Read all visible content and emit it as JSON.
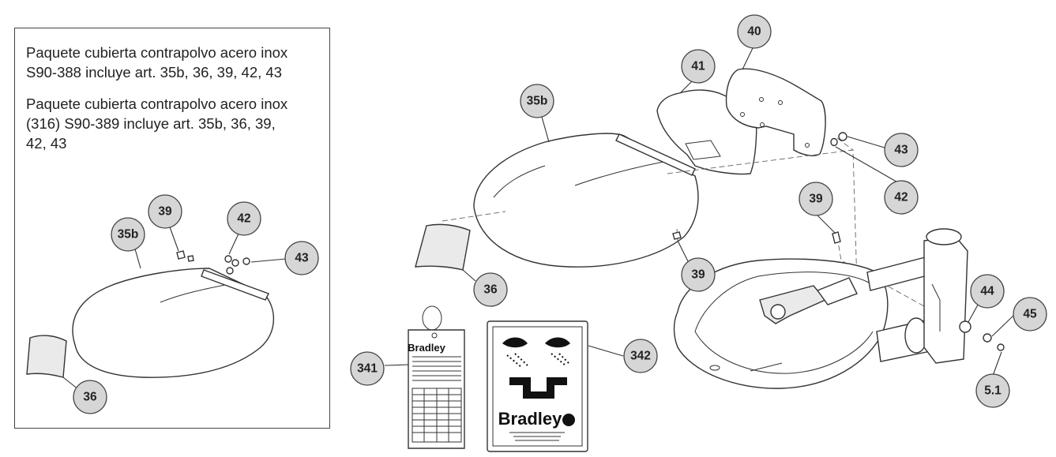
{
  "notes": {
    "line1": "Paquete cubierta contrapolvo acero inox",
    "line2": "S90-388 incluye art. 35b, 36, 39, 42, 43",
    "line3": "Paquete cubierta contrapolvo acero inox",
    "line4": "(316) S90-389 incluye art. 35b, 36, 39,",
    "line5": "42, 43"
  },
  "callouts": {
    "inset_35b": "35b",
    "inset_39": "39",
    "inset_42": "42",
    "inset_43": "43",
    "inset_36": "36",
    "main_35b": "35b",
    "main_36": "36",
    "main_39a": "39",
    "main_39b": "39",
    "main_40": "40",
    "main_41": "41",
    "main_42": "42",
    "main_43": "43",
    "main_44": "44",
    "main_45": "45",
    "main_51": "5.1",
    "main_341": "341",
    "main_342": "342"
  },
  "labels": {
    "tag_brand": "Bradley",
    "sign_brand": "Bradley"
  }
}
